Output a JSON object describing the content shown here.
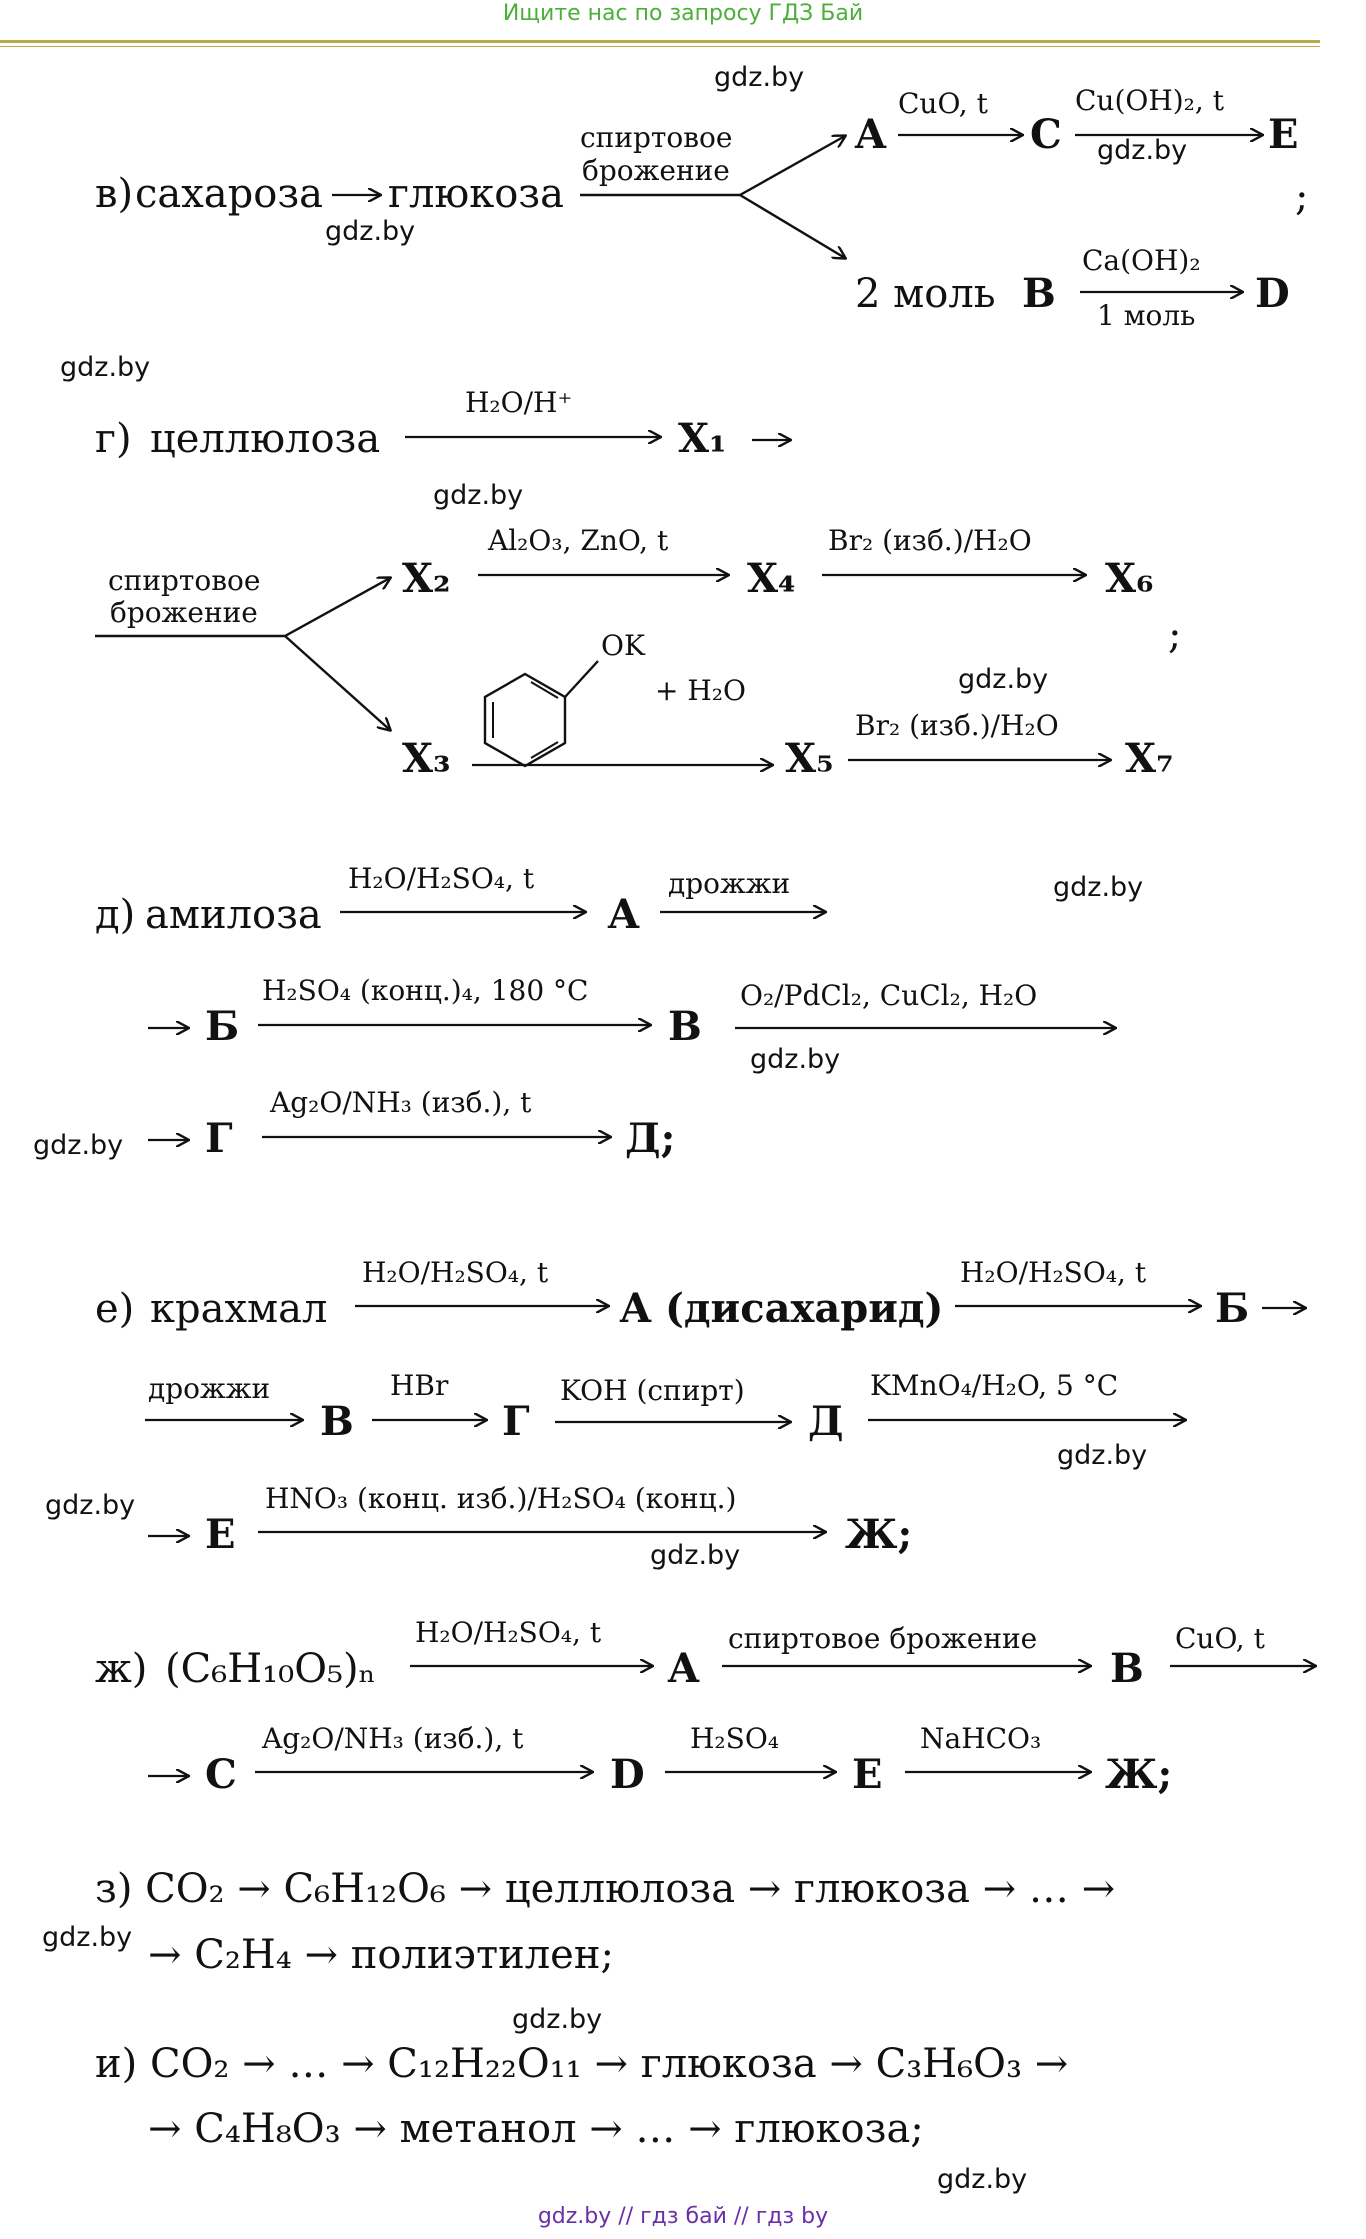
{
  "header": {
    "text": "Ищите нас по запросу ГДЗ Бай"
  },
  "watermark": "gdz.by",
  "footer": {
    "text": "gdz.by  //  гдз бай  //  гдз by"
  },
  "v": {
    "label": "в)",
    "start": "сахароза",
    "glucose": "глюкоза",
    "ferm1": "спиртовое",
    "ferm2": "брожение",
    "A": "A",
    "r1": "CuO, t",
    "C": "C",
    "r2": "Cu(OH)₂, t",
    "E": "E",
    "mol2": "2 моль",
    "B": "B",
    "r3": "Ca(OH)₂",
    "r3b": "1 моль",
    "D": "D",
    "semi": ";"
  },
  "g": {
    "label": "г)",
    "start": "целлюлоза",
    "r1": "H₂O/H⁺",
    "X1": "X₁",
    "ferm1": "спиртовое",
    "ferm2": "брожение",
    "X2": "X₂",
    "r2": "Al₂O₃, ZnO, t",
    "X4": "X₄",
    "r3": "Br₂ (изб.)/H₂O",
    "X6": "X₆",
    "X3": "X₃",
    "ok": "OK",
    "r4": "+ H₂O",
    "X5": "X₅",
    "r5": "Br₂ (изб.)/H₂O",
    "X7": "X₇",
    "semi": ";"
  },
  "d": {
    "label": "д)",
    "start": "амилоза",
    "r1": "H₂O/H₂SO₄, t",
    "A": "A",
    "r2": "дрожжи",
    "B": "Б",
    "r3": "H₂SO₄ (конц.)₄, 180 °C",
    "V": "В",
    "r4": "O₂/PdCl₂, CuCl₂, H₂O",
    "G": "Г",
    "r5": "Ag₂O/NH₃ (изб.), t",
    "D": "Д;"
  },
  "e": {
    "label": "е)",
    "start": "крахмал",
    "r1": "H₂O/H₂SO₄, t",
    "A": "A (дисахарид)",
    "r2": "H₂O/H₂SO₄, t",
    "B": "Б",
    "r3": "дрожжи",
    "V": "В",
    "r4": "HBr",
    "G": "Г",
    "r5": "KOH (спирт)",
    "D": "Д",
    "r6": "KMnO₄/H₂O, 5 °C",
    "E": "E",
    "r7": "HNO₃ (конц. изб.)/H₂SO₄ (конц.)",
    "Zh": "Ж;"
  },
  "zh": {
    "label": "ж)",
    "start": "(C₆H₁₀O₅)ₙ",
    "r1": "H₂O/H₂SO₄, t",
    "A": "A",
    "r2": "спиртовое брожение",
    "B": "B",
    "r3": "CuO, t",
    "C": "C",
    "r4": "Ag₂O/NH₃ (изб.), t",
    "D": "D",
    "r5": "H₂SO₄",
    "E": "E",
    "r6": "NaHCO₃",
    "Zh": "Ж;"
  },
  "z": {
    "line1": "з) CO₂ → C₆H₁₂O₆ → целлюлоза → глюкоза → … →",
    "line2": "→ C₂H₄ → полиэтилен;"
  },
  "i": {
    "line1": "и) CO₂ → … → C₁₂H₂₂O₁₁ → глюкоза → C₃H₆O₃ →",
    "line2": "→ C₄H₈O₃ → метанол → … → глюкоза;"
  }
}
